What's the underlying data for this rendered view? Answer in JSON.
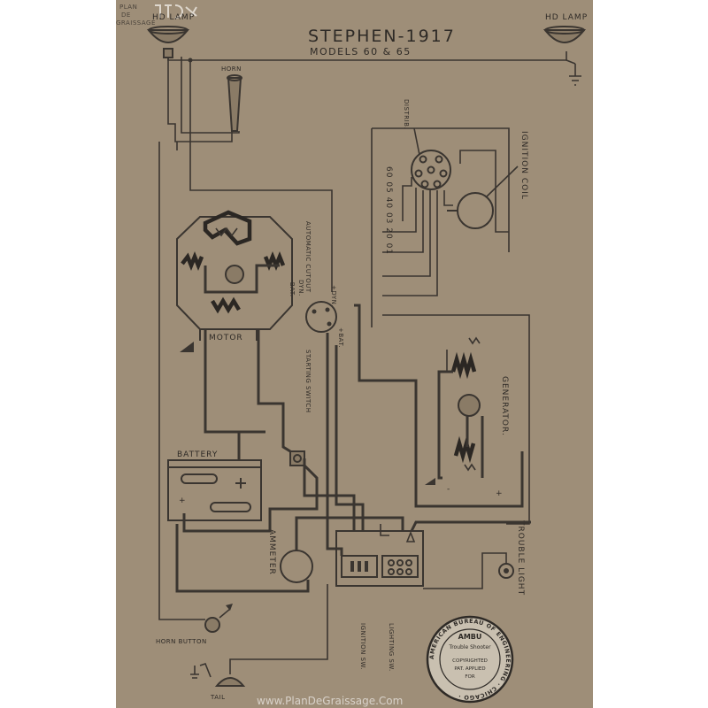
{
  "header": {
    "title": "STEPHEN-1917",
    "subtitle": "MODELS 60 & 65"
  },
  "watermark": {
    "logo_lines": [
      "PLAN",
      "DE",
      "GRAISSAGE"
    ],
    "url": "www.PlanDeGraissage.Com"
  },
  "labels": {
    "hd_lamp_left": "HD LAMP",
    "hd_lamp_right": "HD LAMP",
    "horn": "HORN",
    "distrib": "DISTRIB.",
    "ignition_coil": "IGNITION COIL",
    "terminal_row": "60 05 40 03 20 01",
    "automatic_cutout": "AUTOMATIC CUTOUT",
    "bat_neg": "-BAT.",
    "dyn_neg": "DYN.",
    "dyn_pos": "+DYN.",
    "bat_pos": "+BAT.",
    "motor": "MOTOR",
    "starting_switch": "STARTING SWITCH",
    "generator": "GENERATOR.",
    "battery": "BATTERY",
    "ammeter": "AMMETER",
    "trouble_light": "TROUBLE LIGHT",
    "horn_button": "HORN BUTTON",
    "ignition_sw": "IGNITION SW.",
    "lighting_sw": "LIGHTING SW.",
    "tail": "TAIL",
    "plus": "+",
    "minus": "-"
  },
  "stamp": {
    "ring_text": "AMERICAN BUREAU OF ENGINEERING · CHICAGO ·",
    "center_lines": [
      "AMBU",
      "Trouble Shooter",
      "COPYRIGHTED",
      "PAT. APPLIED",
      "FOR"
    ]
  },
  "colors": {
    "paper": "#9e8e78",
    "ink": "#3a3530",
    "background": "#ffffff"
  }
}
